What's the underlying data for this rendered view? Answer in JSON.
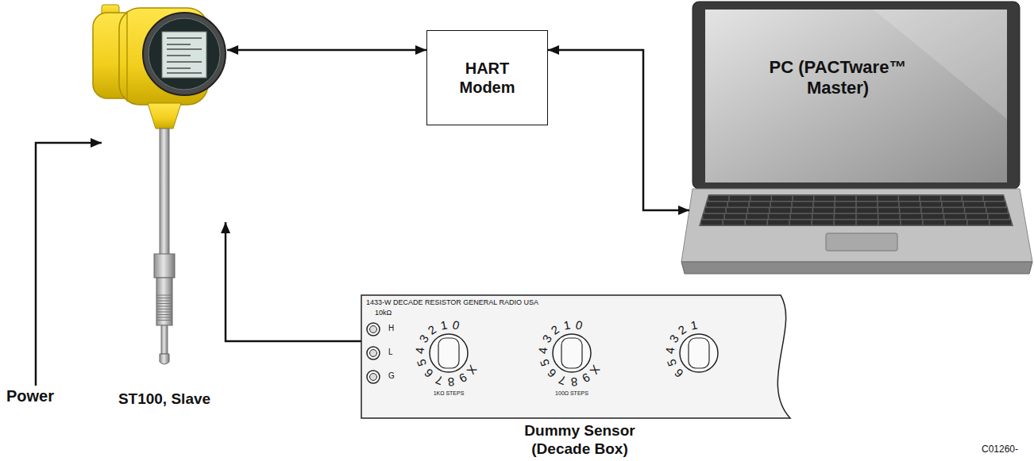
{
  "diagram": {
    "nodes": [
      {
        "text": [
          "ST100, Slave"
        ]
      },
      {
        "text": [
          "HART Modem"
        ]
      },
      {
        "text": [
          "PC (PACTware™ Master)"
        ]
      },
      {
        "text": [
          "1433-W DECADE RESISTOR GENERAL RADIO USA",
          "Dummy Sensor (Decade Box)"
        ]
      }
    ],
    "edges": [
      {
        "from": 0,
        "to": 1,
        "arrow": "both"
      },
      {
        "from": 1,
        "to": 2,
        "arrow": "both"
      },
      {
        "from": 3,
        "to": 0,
        "arrow": "to"
      }
    ],
    "labels": [
      "10kΩ",
      "H",
      "L",
      "G",
      "0",
      "1",
      "2",
      "3",
      "4",
      "5",
      "6",
      "7",
      "8",
      "9",
      "X",
      "1KΩ STEPS",
      "0",
      "1",
      "2",
      "3",
      "4",
      "5",
      "6",
      "7",
      "8",
      "9",
      "X",
      "100Ω STEPS",
      "1",
      "2",
      "3",
      "4",
      "5",
      "6",
      "Power",
      "C01260-"
    ]
  }
}
